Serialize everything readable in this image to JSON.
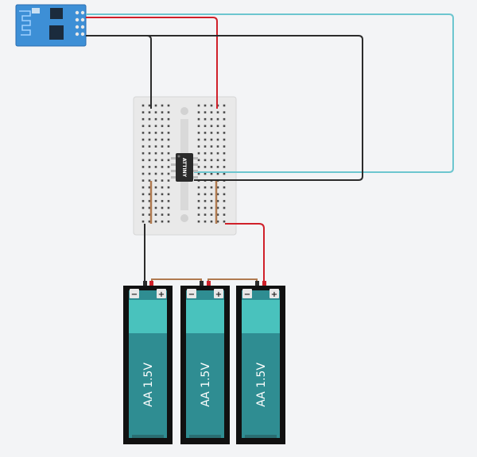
{
  "colors": {
    "background": "#f3f4f6",
    "wire_red": "#d0202a",
    "wire_black": "#2b2b2b",
    "wire_cyan": "#6cc6cf",
    "wire_brown": "#b07a50",
    "breadboard": "#e9e9e9",
    "battery_body": "#2f8d92",
    "battery_cap": "#49c2bd",
    "battery_holder": "#111111",
    "esp_board": "#3d8fd6",
    "ic_body": "#2a2a2a"
  },
  "components": {
    "esp_module": {
      "icon": "wifi-module-icon"
    },
    "breadboard": {
      "icon": "breadboard-icon"
    },
    "ic": {
      "label": "ATTINY"
    },
    "batteries": [
      {
        "label": "AA 1.5V",
        "minus": "−",
        "plus": "+"
      },
      {
        "label": "AA 1.5V",
        "minus": "−",
        "plus": "+"
      },
      {
        "label": "AA 1.5V",
        "minus": "−",
        "plus": "+"
      }
    ]
  }
}
